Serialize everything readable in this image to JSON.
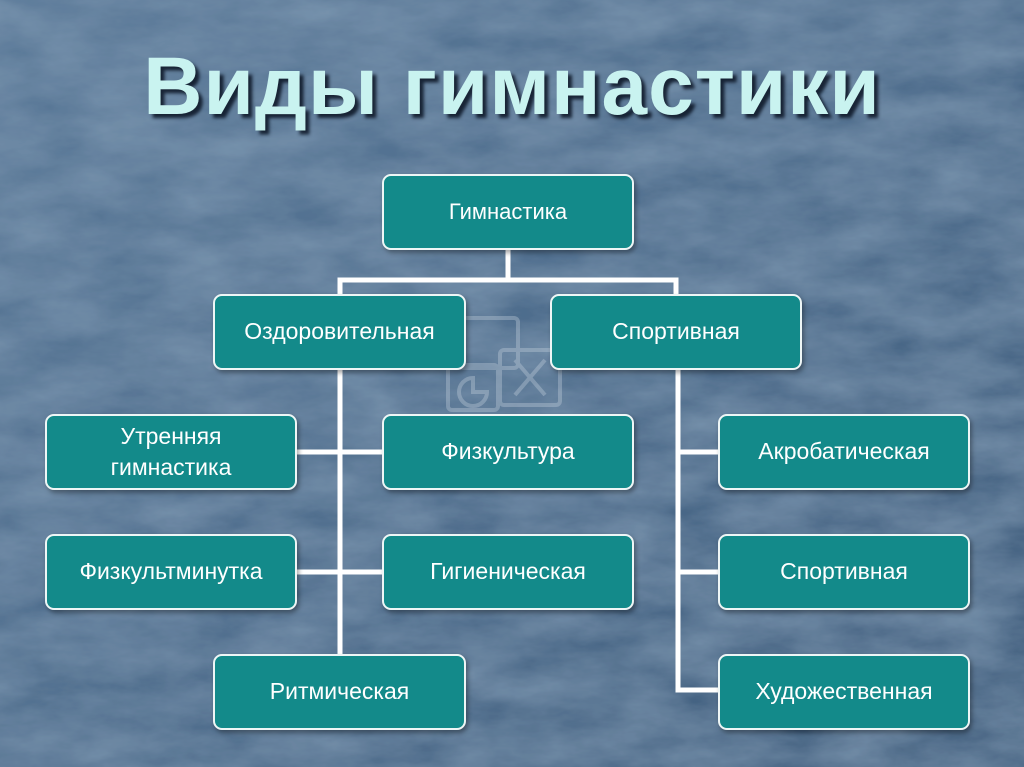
{
  "title": "Виды гимнастики",
  "colors": {
    "node_fill": "#138a8a",
    "node_border": "#eef6f6",
    "connector": "#ffffff",
    "title_text": "#c9f3f0",
    "background": "#4f6f8f"
  },
  "nodes": {
    "root": "Гимнастика",
    "health": "Оздоровительная",
    "sport": "Спортивная",
    "morning": "Утренняя гимнастика",
    "pe": "Физкультура",
    "minute": "Физкультминутка",
    "hygienic": "Гигиеническая",
    "rhythmic": "Ритмическая",
    "acrobatic": "Акробатическая",
    "sport_gym": "Спортивная",
    "artistic": "Художественная"
  },
  "edges": [
    [
      "root",
      "health"
    ],
    [
      "root",
      "sport"
    ],
    [
      "health",
      "morning"
    ],
    [
      "health",
      "pe"
    ],
    [
      "health",
      "minute"
    ],
    [
      "health",
      "hygienic"
    ],
    [
      "health",
      "rhythmic"
    ],
    [
      "sport",
      "acrobatic"
    ],
    [
      "sport",
      "sport_gym"
    ],
    [
      "sport",
      "artistic"
    ]
  ]
}
